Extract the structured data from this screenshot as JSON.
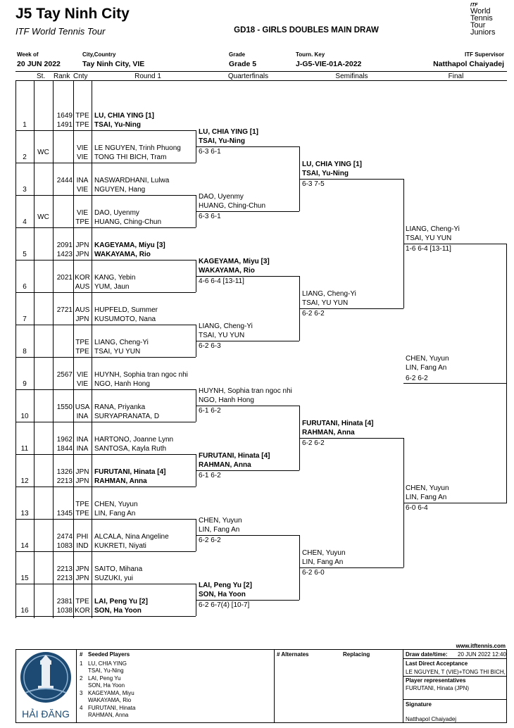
{
  "header": {
    "title": "J5 Tay Ninh City",
    "subtitle": "ITF World Tennis Tour",
    "draw_name": "GD18 - GIRLS DOUBLES MAIN DRAW",
    "logo": {
      "itf": "ITF",
      "line1": "World",
      "line2": "Tennis",
      "line3": "Tour",
      "line4": "Juniors"
    },
    "week_label": "Week of",
    "week_value": "20 JUN 2022",
    "city_label": "City,Country",
    "city_value": "Tay Ninh City, VIE",
    "grade_label": "Grade",
    "grade_value": "Grade 5",
    "key_label": "Tourn. Key",
    "key_value": "J-G5-VIE-01A-2022",
    "sup_label": "ITF Supervisor",
    "sup_value": "Natthapol Chaiyadej"
  },
  "columns": {
    "st": "St.",
    "rank": "Rank",
    "cnty": "Cnty",
    "r1": "Round 1",
    "qf": "Quarterfinals",
    "sf": "Semifinals",
    "f": "Final"
  },
  "r1": [
    {
      "num": "1",
      "st": "",
      "r1": "1649",
      "r2": "1491",
      "c1": "TPE",
      "c2": "TPE",
      "p1": "LU, CHIA YING [1]",
      "p2": "TSAI, Yu-Ning",
      "bold": true
    },
    {
      "num": "2",
      "st": "WC",
      "r1": "",
      "r2": "",
      "c1": "VIE",
      "c2": "VIE",
      "p1": "LE NGUYEN, Trinh Phuong",
      "p2": "TONG THI BICH, Tram",
      "bold": false
    },
    {
      "num": "3",
      "st": "",
      "r1": "2444",
      "r2": "",
      "c1": "INA",
      "c2": "VIE",
      "p1": "NASWARDHANI, Lulwa",
      "p2": "NGUYEN, Hang",
      "bold": false
    },
    {
      "num": "4",
      "st": "WC",
      "r1": "",
      "r2": "",
      "c1": "VIE",
      "c2": "TPE",
      "p1": "DAO, Uyenmy",
      "p2": "HUANG, Ching-Chun",
      "bold": false
    },
    {
      "num": "5",
      "st": "",
      "r1": "2091",
      "r2": "1423",
      "c1": "JPN",
      "c2": "JPN",
      "p1": "KAGEYAMA, Miyu [3]",
      "p2": "WAKAYAMA, Rio",
      "bold": true
    },
    {
      "num": "6",
      "st": "",
      "r1": "2021",
      "r2": "",
      "c1": "KOR",
      "c2": "AUS",
      "p1": "KANG, Yebin",
      "p2": "YUM, Jaun",
      "bold": false
    },
    {
      "num": "7",
      "st": "",
      "r1": "2721",
      "r2": "",
      "c1": "AUS",
      "c2": "JPN",
      "p1": "HUPFELD, Summer",
      "p2": "KUSUMOTO, Nana",
      "bold": false
    },
    {
      "num": "8",
      "st": "",
      "r1": "",
      "r2": "",
      "c1": "TPE",
      "c2": "TPE",
      "p1": "LIANG, Cheng-Yi",
      "p2": "TSAI, YU YUN",
      "bold": false
    },
    {
      "num": "9",
      "st": "",
      "r1": "2567",
      "r2": "",
      "c1": "VIE",
      "c2": "VIE",
      "p1": "HUYNH, Sophia tran ngoc nhi",
      "p2": "NGO, Hanh Hong",
      "bold": false
    },
    {
      "num": "10",
      "st": "",
      "r1": "1550",
      "r2": "",
      "c1": "USA",
      "c2": "INA",
      "p1": "RANA, Priyanka",
      "p2": "SURYAPRANATA, D",
      "bold": false
    },
    {
      "num": "11",
      "st": "",
      "r1": "1962",
      "r2": "1844",
      "c1": "INA",
      "c2": "INA",
      "p1": "HARTONO, Joanne Lynn",
      "p2": "SANTOSA, Kayla Ruth",
      "bold": false
    },
    {
      "num": "12",
      "st": "",
      "r1": "1326",
      "r2": "2213",
      "c1": "JPN",
      "c2": "JPN",
      "p1": "FURUTANI, Hinata [4]",
      "p2": "RAHMAN, Anna",
      "bold": true
    },
    {
      "num": "13",
      "st": "",
      "r1": "",
      "r2": "1345",
      "c1": "TPE",
      "c2": "TPE",
      "p1": "CHEN, Yuyun",
      "p2": "LIN, Fang An",
      "bold": false
    },
    {
      "num": "14",
      "st": "",
      "r1": "2474",
      "r2": "1083",
      "c1": "PHI",
      "c2": "IND",
      "p1": "ALCALA, Nina Angeline",
      "p2": "KUKRETI, Niyati",
      "bold": false
    },
    {
      "num": "15",
      "st": "",
      "r1": "2213",
      "r2": "2213",
      "c1": "JPN",
      "c2": "JPN",
      "p1": "SAITO, Mihana",
      "p2": "SUZUKI, yui",
      "bold": false
    },
    {
      "num": "16",
      "st": "",
      "r1": "2381",
      "r2": "1038",
      "c1": "TPE",
      "c2": "KOR",
      "p1": "LAI, Peng Yu [2]",
      "p2": "SON, Ha Yoon",
      "bold": true
    }
  ],
  "qf": [
    {
      "p1": "LU, CHIA YING [1]",
      "p2": "TSAI, Yu-Ning",
      "score": "6-3 6-1",
      "bold": true
    },
    {
      "p1": "DAO, Uyenmy",
      "p2": "HUANG, Ching-Chun",
      "score": "6-3 6-1",
      "bold": false
    },
    {
      "p1": "KAGEYAMA, Miyu [3]",
      "p2": "WAKAYAMA, Rio",
      "score": "4-6 6-4 [13-11]",
      "bold": true
    },
    {
      "p1": "LIANG, Cheng-Yi",
      "p2": "TSAI, YU YUN",
      "score": "6-2 6-3",
      "bold": false
    },
    {
      "p1": "HUYNH, Sophia tran ngoc nhi",
      "p2": "NGO, Hanh Hong",
      "score": "6-1 6-2",
      "bold": false
    },
    {
      "p1": "FURUTANI, Hinata [4]",
      "p2": "RAHMAN, Anna",
      "score": "6-1 6-2",
      "bold": true
    },
    {
      "p1": "CHEN, Yuyun",
      "p2": "LIN, Fang An",
      "score": "6-2 6-2",
      "bold": false
    },
    {
      "p1": "LAI, Peng Yu [2]",
      "p2": "SON, Ha Yoon",
      "score": "6-2 6-7(4) [10-7]",
      "bold": true
    }
  ],
  "sf": [
    {
      "p1": "LU, CHIA YING [1]",
      "p2": "TSAI, Yu-Ning",
      "score": "6-3 7-5",
      "bold": true
    },
    {
      "p1": "LIANG, Cheng-Yi",
      "p2": "TSAI, YU YUN",
      "score": "6-2 6-2",
      "bold": false
    },
    {
      "p1": "FURUTANI, Hinata [4]",
      "p2": "RAHMAN, Anna",
      "score": "6-2 6-2",
      "bold": true
    },
    {
      "p1": "CHEN, Yuyun",
      "p2": "LIN, Fang An",
      "score": "6-2 6-0",
      "bold": false
    }
  ],
  "final": [
    {
      "p1": "LIANG, Cheng-Yi",
      "p2": "TSAI, YU YUN",
      "score": "1-6 6-4 [13-11]",
      "bold": false
    },
    {
      "p1": "CHEN, Yuyun",
      "p2": "LIN, Fang An",
      "score": "6-0 6-4",
      "bold": false
    }
  ],
  "champion": {
    "p1": "CHEN, Yuyun",
    "p2": "LIN, Fang An",
    "score": "6-2 6-2"
  },
  "footer": {
    "url": "www.itftennis.com",
    "seeded_title": "Seeded Players",
    "hash": "#",
    "seeds": [
      {
        "n": "1",
        "a": "LU, CHIA YING",
        "b": "TSAI, Yu-Ning"
      },
      {
        "n": "2",
        "a": "LAI, Peng Yu",
        "b": "SON, Ha Yoon"
      },
      {
        "n": "3",
        "a": "KAGEYAMA, Miyu",
        "b": "WAKAYAMA, Rio"
      },
      {
        "n": "4",
        "a": "FURUTANI, Hinata",
        "b": "RAHMAN, Anna"
      }
    ],
    "alternates": "# Alternates",
    "replacing": "Replacing",
    "drawdate_label": "Draw date/time:",
    "drawdate_value": "20 JUN 2022 12:40",
    "lda_label": "Last Direct Acceptance",
    "lda_value": "LE NGUYEN, T (VIE)+TONG THI BICH, T",
    "rep_label": "Player representatives",
    "rep_value": "FURUTANI, Hinata (JPN)",
    "sig_label": "Signature",
    "sig_value": "Natthapol Chaiyadej",
    "hai_dang": "HẢI ĐĂNG"
  }
}
